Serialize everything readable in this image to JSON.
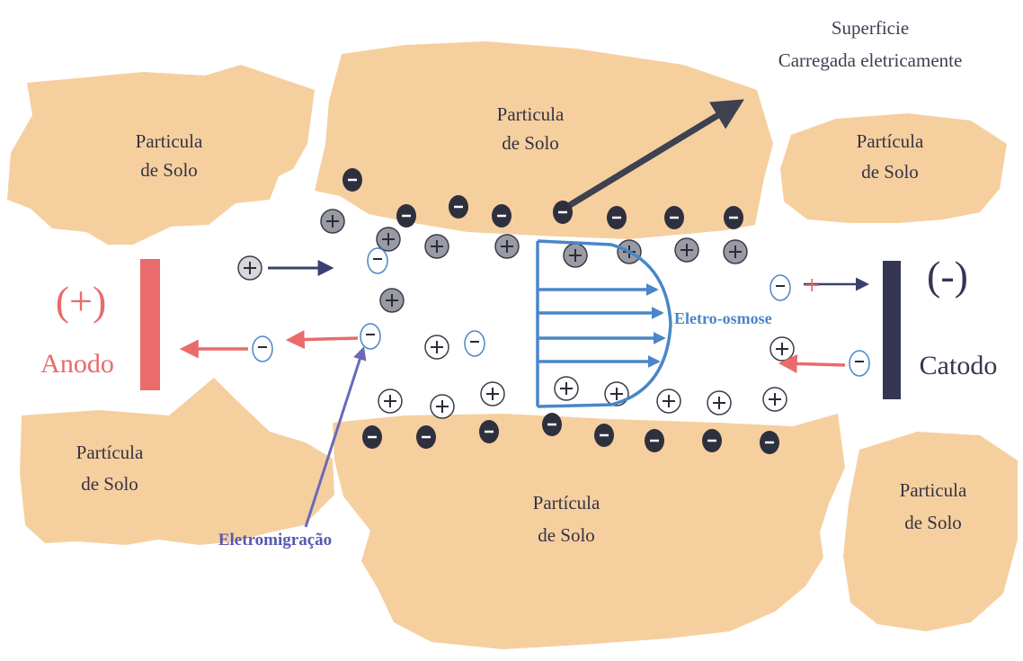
{
  "particles": {
    "top_left": [
      "Particula",
      "de Solo"
    ],
    "top_center": [
      "Particula",
      "de Solo"
    ],
    "top_right": [
      "Partícula",
      "de Solo"
    ],
    "bottom_left": [
      "Partícula",
      "de Solo"
    ],
    "bottom_center": [
      "Partícula",
      "de Solo"
    ],
    "bottom_right": [
      "Particula",
      "de Solo"
    ]
  },
  "surface_label": [
    "Superficie",
    "Carregada eletricamente"
  ],
  "anode": {
    "sign": "(+)",
    "label": "Anodo"
  },
  "cathode": {
    "sign": "(-)",
    "label": "Catodo"
  },
  "electroosmosis_label": "Eletro-osmose",
  "electromigration_label": "Eletromigração",
  "colors": {
    "particle": "#f6cf9f",
    "anode": "#e96b6b",
    "cathode": "#343654",
    "flow": "#4a86c8",
    "migration": "#6a6ab8",
    "negative_charge": "#2e303e",
    "surface_arrow": "#3d4150"
  }
}
